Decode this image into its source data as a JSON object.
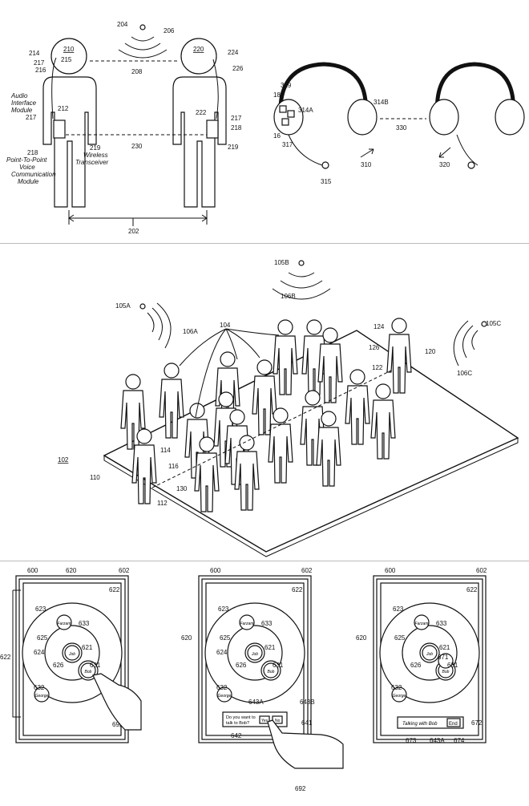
{
  "top": {
    "ref_210": "210",
    "ref_220": "220",
    "ref_204": "204",
    "ref_206": "206",
    "ref_208": "208",
    "ref_214": "214",
    "ref_215": "215",
    "ref_217a": "217",
    "ref_216": "216",
    "ref_212": "212",
    "ref_217b": "217",
    "ref_218a": "218",
    "ref_219a": "219",
    "ref_230": "230",
    "ref_202": "202",
    "ref_224": "224",
    "ref_226": "226",
    "ref_222": "222",
    "ref_217c": "217",
    "ref_218b": "218",
    "ref_219b": "219",
    "label_audio": [
      "Audio",
      "Interface",
      "Module"
    ],
    "label_p2p": [
      "Point-To-Point",
      "Voice",
      "Communication",
      "Module"
    ],
    "label_wireless": [
      "Wireless",
      "Transceiver"
    ],
    "ref_319": "319",
    "ref_18": "18",
    "ref_314a": "314A",
    "ref_16": "16",
    "ref_317": "317",
    "ref_315": "315",
    "ref_314b": "314B",
    "ref_330": "330",
    "ref_310": "310",
    "ref_320": "320"
  },
  "middle": {
    "ref_105b": "105B",
    "ref_106b": "106B",
    "ref_105a": "105A",
    "ref_106a": "106A",
    "ref_104": "104",
    "ref_124": "124",
    "ref_126": "126",
    "ref_120": "120",
    "ref_122": "122",
    "ref_105c": "105C",
    "ref_106c": "106C",
    "ref_102": "102",
    "ref_114": "114",
    "ref_116": "116",
    "ref_110": "110",
    "ref_130": "130",
    "ref_112": "112"
  },
  "bottom": {
    "screens": [
      {
        "ref_600": "600",
        "ref_620": "620",
        "ref_602": "602",
        "ref_622": "622",
        "ref_623": "623",
        "ref_633": "633",
        "ref_625": "625",
        "ref_624": "624",
        "ref_621": "621",
        "ref_631": "631",
        "ref_626": "626",
        "ref_632": "632",
        "ref_692": "692",
        "ref_side": "622",
        "name_top": "Farzam",
        "name_center": "Job",
        "name_selected": "Bob",
        "name_left": "George"
      },
      {
        "ref_600": "600",
        "ref_620": "620",
        "ref_602": "602",
        "ref_622": "622",
        "ref_623": "623",
        "ref_633": "633",
        "ref_625": "625",
        "ref_624": "624",
        "ref_621": "621",
        "ref_631": "631",
        "ref_626": "626",
        "ref_632": "632",
        "ref_692": "692",
        "ref_643a": "643A",
        "ref_643b": "643B",
        "ref_641": "641",
        "ref_642": "642",
        "name_top": "Farzam",
        "name_center": "Job",
        "name_selected": "Bob",
        "name_left": "George",
        "dialog_text": [
          "Do you want to",
          "talk to Bob?"
        ],
        "yes_label": "Yes",
        "no_label": "No"
      },
      {
        "ref_600": "600",
        "ref_620": "620",
        "ref_602": "602",
        "ref_622": "622",
        "ref_623": "623",
        "ref_633": "633",
        "ref_625": "625",
        "ref_621": "621",
        "ref_671": "671",
        "ref_631": "631",
        "ref_626": "626",
        "ref_632": "632",
        "ref_672": "672",
        "ref_673": "673",
        "ref_643a": "643A",
        "ref_674": "674",
        "name_top": "Farzam",
        "name_center": "Job",
        "name_selected": "Bob",
        "name_left": "George",
        "status_text": "Talking with Bob",
        "end_label": "End"
      }
    ]
  }
}
